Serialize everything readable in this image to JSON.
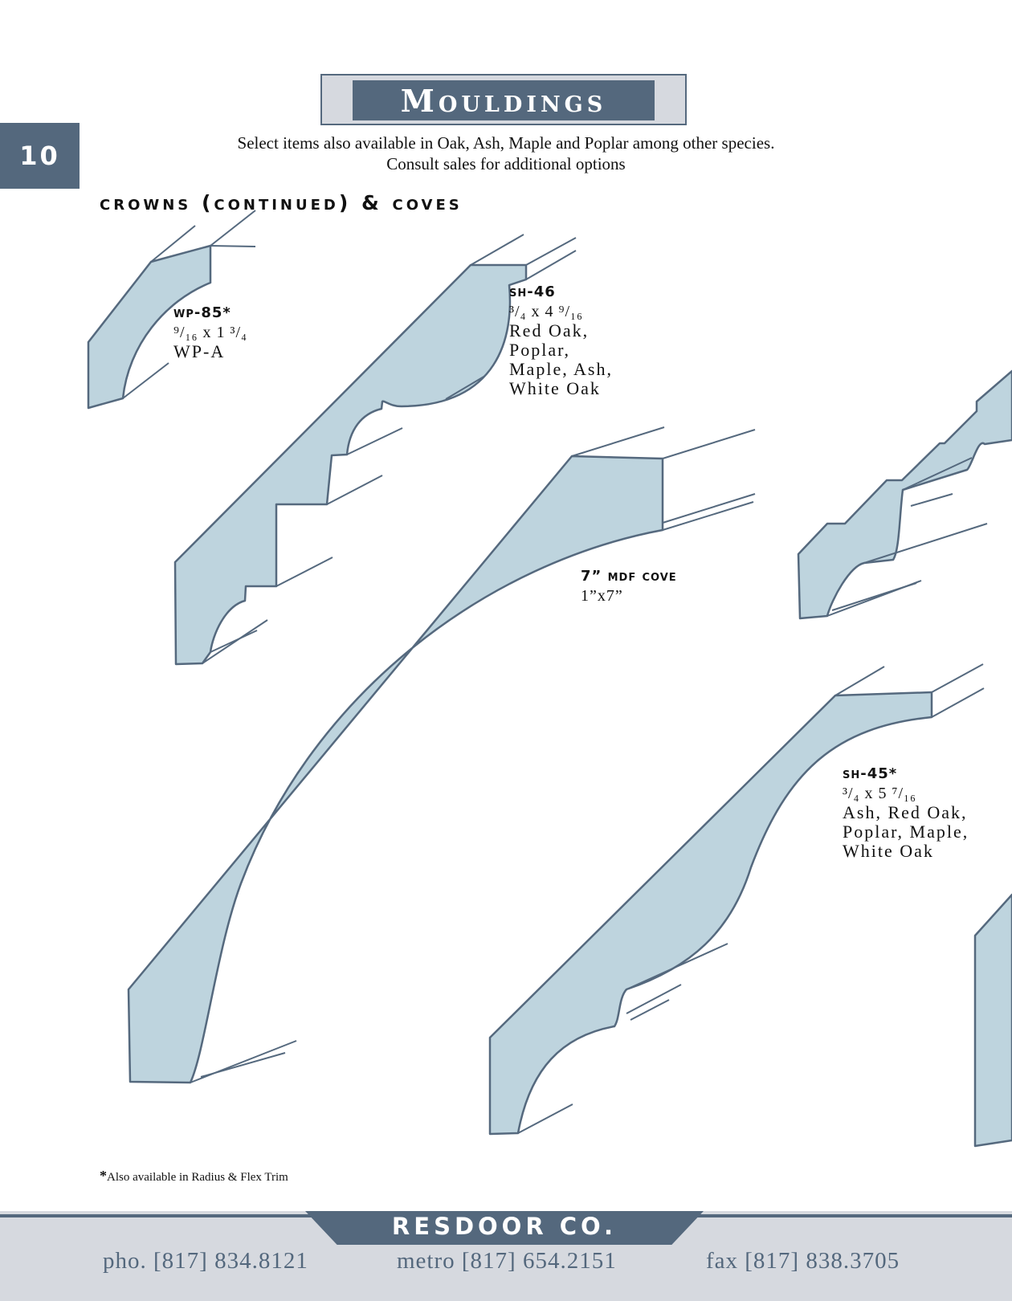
{
  "page_number": "10",
  "title": "Mouldings",
  "subtitle_line1": "Select items also available in Oak, Ash, Maple and Poplar among other species.",
  "subtitle_line2": "Consult sales for additional options",
  "section_heading": "crowns (continued) & coves",
  "products": [
    {
      "code": "wp-85*",
      "size": "⁹/₁₆ x 1 ³/₄",
      "lines": [
        "WP-A"
      ]
    },
    {
      "code": "sh-46",
      "size": "³/₄ x 4 ⁹/₁₆",
      "lines": [
        "Red Oak,",
        "Poplar,",
        "Maple, Ash,",
        "White Oak"
      ]
    },
    {
      "code": "7” mdf cove",
      "size": "1”x7”",
      "lines": []
    },
    {
      "code": "sh-45*",
      "size": "³/₄ x 5 ⁷/₁₆",
      "lines": [
        "Ash, Red Oak,",
        "Poplar, Maple,",
        "White Oak"
      ]
    }
  ],
  "footnote_star": "*",
  "footnote_text": "Also available in Radius & Flex Trim",
  "footer": {
    "brand": "RESDOOR CO.",
    "phone": "pho. [817] 834.8121",
    "metro": "metro [817] 654.2151",
    "fax": "fax [817] 838.3705"
  },
  "colors": {
    "accent": "#54687d",
    "profile_fill": "#bed4de",
    "footer_bg": "#d6d9df"
  }
}
